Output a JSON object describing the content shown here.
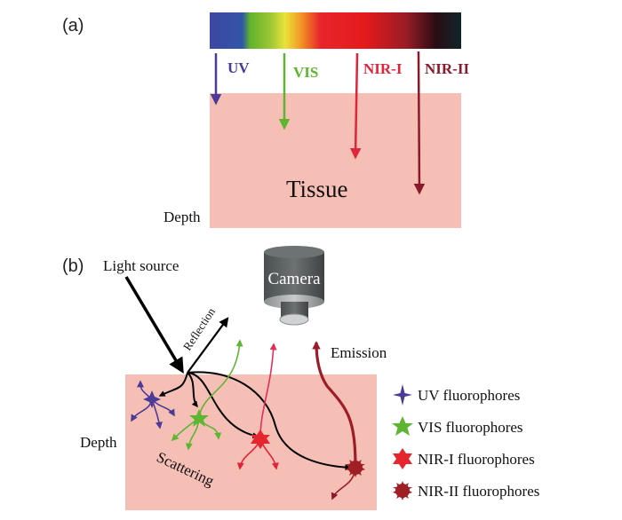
{
  "panel_a": {
    "label": "(a)",
    "depth_label": "Depth",
    "tissue_label": "Tissue",
    "bands": [
      {
        "name": "UV",
        "color": "#4b3a97",
        "relative_depth": 0.08
      },
      {
        "name": "VIS",
        "color": "#5db531",
        "relative_depth": 0.26
      },
      {
        "name": "NIR-I",
        "color": "#e0243a",
        "relative_depth": 0.48
      },
      {
        "name": "NIR-II",
        "color": "#8a1a2b",
        "relative_depth": 0.74
      }
    ]
  },
  "panel_b": {
    "label": "(b)",
    "light_source_label": "Light source",
    "reflection_label": "Reflection",
    "camera_label": "Camera",
    "emission_label": "Emission",
    "depth_label": "Depth",
    "scattering_label": "Scattering",
    "legend": [
      {
        "label": "UV fluorophores",
        "shape": "four-point-star",
        "color": "#4b3a97"
      },
      {
        "label": "VIS fluorophores",
        "shape": "five-point-star",
        "color": "#5db531"
      },
      {
        "label": "NIR-I fluorophores",
        "shape": "six-point-star",
        "color": "#e5262f"
      },
      {
        "label": "NIR-II fluorophores",
        "shape": "sunburst",
        "color": "#a01f24"
      }
    ]
  },
  "colors": {
    "tissue": "#f6bfb5",
    "camera_body": "#5f6465",
    "arrow": "#000000"
  }
}
